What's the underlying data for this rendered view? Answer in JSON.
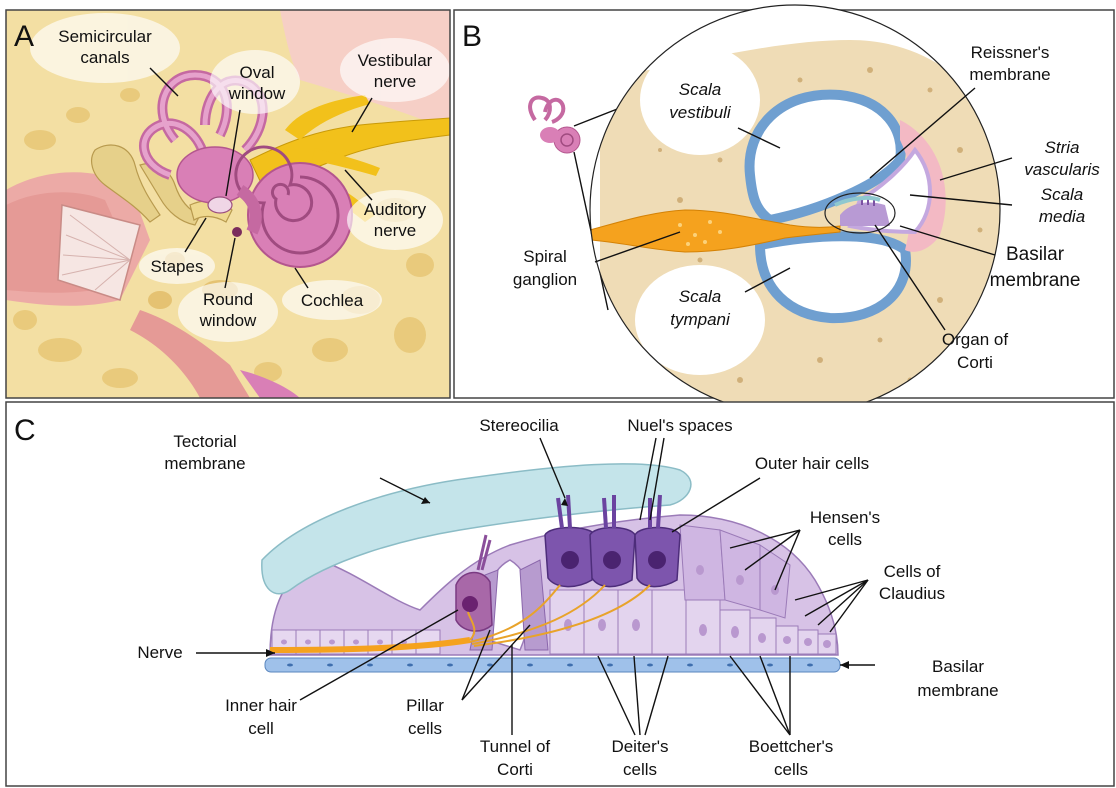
{
  "panels": {
    "a": {
      "letter": "A",
      "labels": {
        "semicircular_1": "Semicircular",
        "semicircular_2": "canals",
        "oval_1": "Oval",
        "oval_2": "window",
        "vestibular_1": "Vestibular",
        "vestibular_2": "nerve",
        "auditory_1": "Auditory",
        "auditory_2": "nerve",
        "stapes": "Stapes",
        "round_1": "Round",
        "round_2": "window",
        "cochlea": "Cochlea"
      }
    },
    "b": {
      "letter": "B",
      "labels": {
        "scala_vestibuli_1": "Scala",
        "scala_vestibuli_2": "vestibuli",
        "reissner_1": "Reissner's",
        "reissner_2": "membrane",
        "stria_1": "Stria",
        "stria_2": "vascularis",
        "scala_media_1": "Scala",
        "scala_media_2": "media",
        "spiral_1": "Spiral",
        "spiral_2": "ganglion",
        "basilar_1": "Basilar",
        "basilar_2": "membrane",
        "scala_tympani_1": "Scala",
        "scala_tympani_2": "tympani",
        "organ_1": "Organ of",
        "organ_2": "Corti"
      }
    },
    "c": {
      "letter": "C",
      "labels": {
        "tectorial_1": "Tectorial",
        "tectorial_2": "membrane",
        "stereocilia": "Stereocilia",
        "nuels": "Nuel's spaces",
        "outer_hair": "Outer hair cells",
        "hensens_1": "Hensen's",
        "hensens_2": "cells",
        "claudius_1": "Cells of",
        "claudius_2": "Claudius",
        "nerve": "Nerve",
        "basilar_1": "Basilar",
        "basilar_2": "membrane",
        "inner_hair_1": "Inner hair",
        "inner_hair_2": "cell",
        "pillar_1": "Pillar",
        "pillar_2": "cells",
        "tunnel_1": "Tunnel of",
        "tunnel_2": "Corti",
        "deiters_1": "Deiter's",
        "deiters_2": "cells",
        "boettchers_1": "Boettcher's",
        "boettchers_2": "cells"
      }
    }
  },
  "colors": {
    "bone": "#f3dfa3",
    "skin": "#f6cfc6",
    "labyrinth": "#d97fb6",
    "nerve": "#f2c11b",
    "ganglion": "#f5a21e",
    "duct_blue": "#6f9fd0",
    "cell_purple": "#cbb0dc",
    "hair_cell": "#7b50a3",
    "tectorial": "#bfe0e6"
  }
}
